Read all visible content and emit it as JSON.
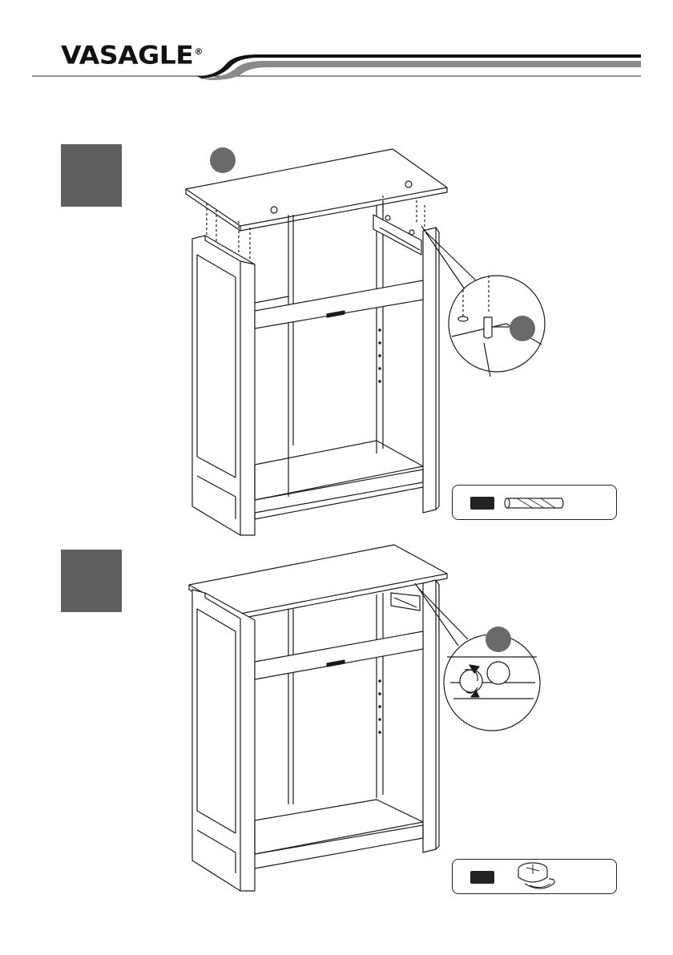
{
  "header": {
    "brand": "VASAGLE",
    "registered_mark": "®"
  },
  "steps": [
    {
      "id": "step-a",
      "badge_color": "#5f5f5f",
      "part_chip_color": "#222222",
      "part_icon": "wooden-dowel-icon"
    },
    {
      "id": "step-b",
      "badge_color": "#5f5f5f",
      "part_chip_color": "#222222",
      "part_icon": "cam-lock-icon"
    }
  ],
  "colors": {
    "line": "#1a1a1a",
    "callout_fill": "#6a6a6a",
    "badge": "#5f5f5f"
  }
}
